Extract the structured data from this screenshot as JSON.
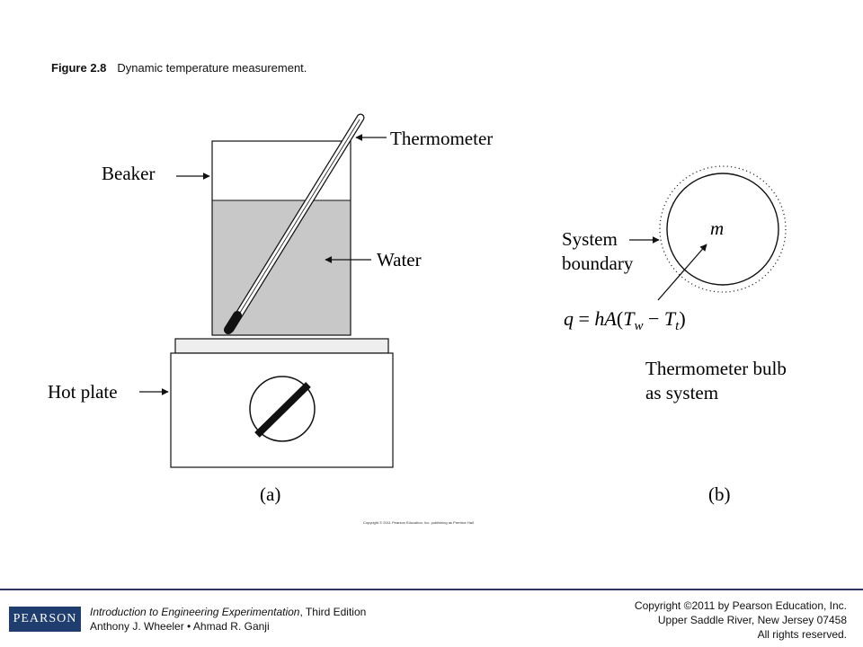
{
  "caption": {
    "number": "Figure 2.8",
    "text": "Dynamic temperature measurement."
  },
  "diagram_a": {
    "labels": {
      "thermometer": "Thermometer",
      "beaker": "Beaker",
      "water": "Water",
      "hot_plate": "Hot plate"
    },
    "panel_label": "(a)"
  },
  "diagram_b": {
    "mass_label": "m",
    "system_boundary_line1": "System",
    "system_boundary_line2": "boundary",
    "equation": {
      "q": "q",
      "eq": " = ",
      "h": "h",
      "A": "A",
      "lp": "(",
      "T1": "T",
      "s1": "w",
      "minus": " − ",
      "T2": "T",
      "s2": "t",
      "rp": ")"
    },
    "bulb_line1": "Thermometer bulb",
    "bulb_line2": "as system",
    "panel_label": "(b)"
  },
  "inner_copyright": "Copyright © 2011 Pearson Education, Inc. publishing as Prentice Hall",
  "footer": {
    "logo_text": "PEARSON",
    "book_title": "Introduction to Engineering Experimentation",
    "book_edition": ", Third Edition",
    "authors": "Anthony J. Wheeler • Ahmad R. Ganji",
    "copyright_line1": "Copyright ©2011 by Pearson Education, Inc.",
    "copyright_line2": "Upper Saddle River, New Jersey 07458",
    "copyright_line3": "All rights reserved."
  },
  "colors": {
    "water": "#c8c8c8",
    "logo": "#1f3d6e",
    "rule": "#333366"
  }
}
